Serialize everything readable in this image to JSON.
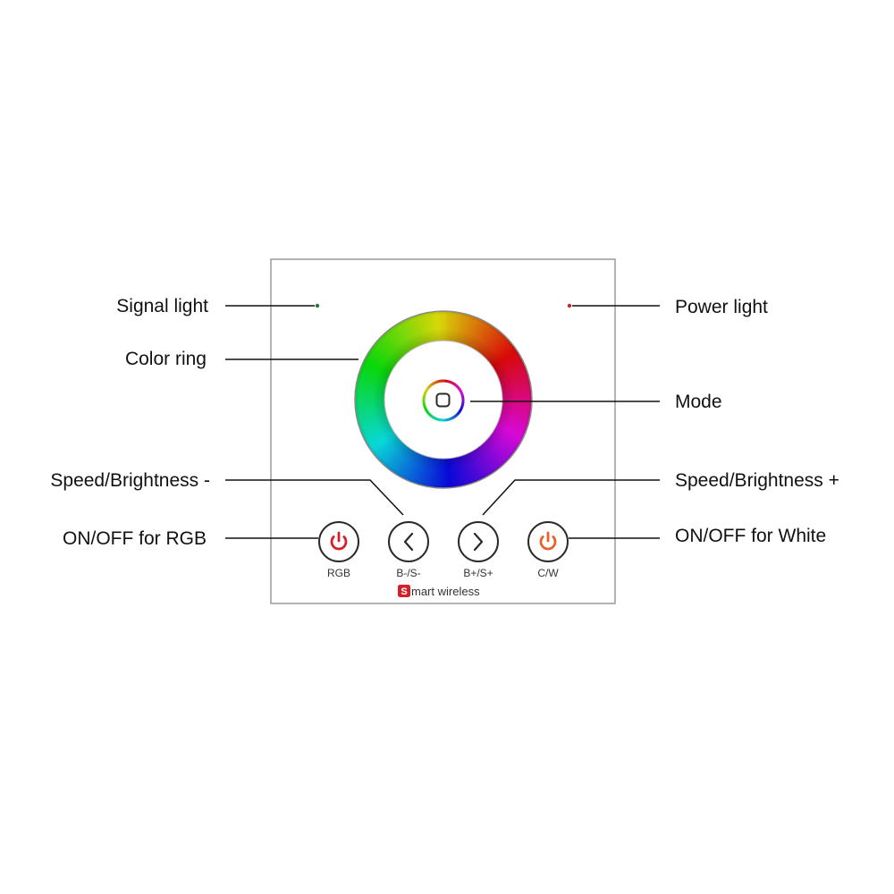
{
  "labels": {
    "signal_light": "Signal light",
    "color_ring": "Color ring",
    "speed_brightness_minus": "Speed/Brightness -",
    "onoff_rgb": "ON/OFF for RGB",
    "power_light": "Power light",
    "mode": "Mode",
    "speed_brightness_plus": "Speed/Brightness +",
    "onoff_white": "ON/OFF for White"
  },
  "buttons": {
    "rgb": "RGB",
    "b_minus": "B-/S-",
    "b_plus": "B+/S+",
    "cw": "C/W"
  },
  "brand": {
    "initial": "S",
    "rest": "mart wireless"
  },
  "colors": {
    "leader": "#111111",
    "panel_border": "#9a9a9a",
    "signal_led": "#1e7a3a",
    "power_led": "#c0282c",
    "rgb_power_icon": "#d4202a",
    "cw_power_icon": "#e8602a",
    "brand_badge": "#d4202a",
    "button_ring": "#2a2a2a"
  },
  "icons": {
    "rgb_button": "power-icon",
    "cw_button": "power-icon",
    "minus_button": "chevron-left-icon",
    "plus_button": "chevron-right-icon",
    "mode_button": "square-mode-icon"
  }
}
